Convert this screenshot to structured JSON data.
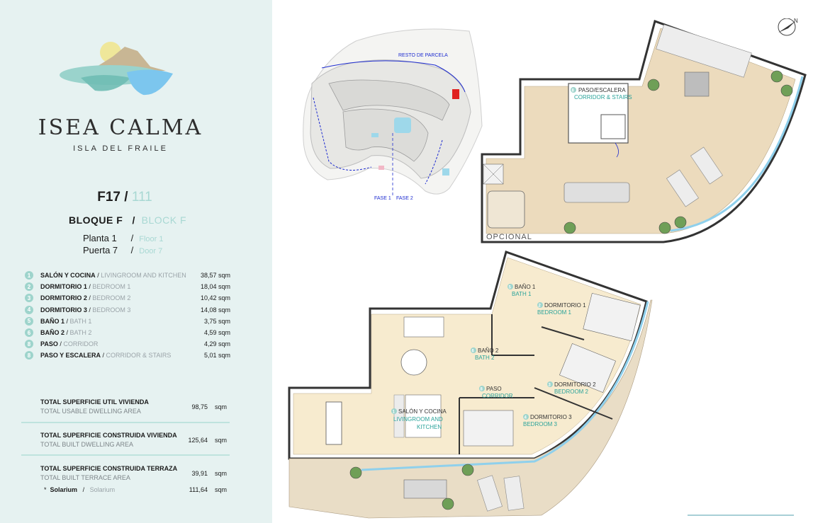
{
  "brand": {
    "name": "ISEA CALMA",
    "subtitle": "ISLA DEL FRAILE"
  },
  "unit": {
    "code": "F17",
    "sep": "/",
    "alt": "111"
  },
  "block": {
    "label_es": "BLOQUE F",
    "sep": "/",
    "label_en": "BLOCK F"
  },
  "floor": {
    "label_es": "Planta 1",
    "sep": "/",
    "label_en": "Floor  1"
  },
  "door": {
    "label_es": "Puerta 7",
    "sep": "/",
    "label_en": "Door  7"
  },
  "rooms": [
    {
      "num": "1",
      "es": "SALÓN Y COCINA",
      "en": "LIVINGROOM AND KITCHEN",
      "area": "38,57 sqm"
    },
    {
      "num": "2",
      "es": "DORMITORIO 1",
      "en": "BEDROOM 1",
      "area": "18,04 sqm"
    },
    {
      "num": "3",
      "es": "DORMITORIO 2",
      "en": "BEDROOM 2",
      "area": "10,42 sqm"
    },
    {
      "num": "4",
      "es": "DORMITORIO 3",
      "en": "BEDROOM 3",
      "area": "14,08 sqm"
    },
    {
      "num": "5",
      "es": "BAÑO 1",
      "en": "BATH 1",
      "area": "3,75 sqm"
    },
    {
      "num": "6",
      "es": "BAÑO 2",
      "en": "BATH 2",
      "area": "4,59 sqm"
    },
    {
      "num": "8",
      "es": "PASO",
      "en": "CORRIDOR",
      "area": "4,29 sqm"
    },
    {
      "num": "8",
      "es": "PASO Y ESCALERA",
      "en": "CORRIDOR & STAIRS",
      "area": "5,01 sqm"
    }
  ],
  "totals": [
    {
      "es": "TOTAL SUPERFICIE UTIL VIVIENDA",
      "en": "TOTAL USABLE DWELLING AREA",
      "value": "98,75",
      "unit": "sqm"
    },
    {
      "es": "TOTAL SUPERFICIE CONSTRUIDA VIVIENDA",
      "en": "TOTAL BUILT DWELLING AREA",
      "value": "125,64",
      "unit": "sqm"
    },
    {
      "es": "TOTAL SUPERFICIE CONSTRUIDA TERRAZA",
      "en": "TOTAL BUILT TERRACE AREA",
      "value": "39,91",
      "unit": "sqm"
    }
  ],
  "solarium": {
    "bullet": "*",
    "es": "Solarium",
    "sep": "/",
    "en": "Solarium",
    "value": "111,64",
    "unit": "sqm"
  },
  "site_plan": {
    "resto": "RESTO DE PARCELA",
    "fase1": "FASE 1",
    "fase2": "FASE 2"
  },
  "plan_top": {
    "stairs_num": "8",
    "stairs_es": "PASO/ESCALERA",
    "stairs_en": "CORRIDOR & STAIRS",
    "optional": "OPCIONAL"
  },
  "plan_rooms": {
    "bath1": {
      "num": "5",
      "es": "BAÑO 1",
      "en": "BATH 1"
    },
    "bed1": {
      "num": "2",
      "es": "DORMITORIO 1",
      "en": "BEDROOM 1"
    },
    "bath2": {
      "num": "6",
      "es": "BAÑO 2",
      "en": "BATH 2"
    },
    "bed2": {
      "num": "3",
      "es": "DORMITORIO 2",
      "en": "BEDROOM 2"
    },
    "corridor": {
      "num": "8",
      "es": "PASO",
      "en": "CORRIDOR"
    },
    "bed3": {
      "num": "4",
      "es": "DORMITORIO 3",
      "en": "BEDROOM 3"
    },
    "living": {
      "num": "1",
      "es": "SALÓN Y COCINA",
      "en1": "LIVINGROOM AND",
      "en2": "KITCHEN"
    }
  },
  "colors": {
    "panel": "#e6f2f1",
    "accent": "#9ed4cc",
    "accent_text": "#2aa39a",
    "floor_fill": "#f6e9c9",
    "terrace_fill": "#e9ddc6",
    "site_blue": "#1d2bd0",
    "unit_marker": "#e02020"
  },
  "icons": [
    "compass-icon",
    "logo-mark-icon",
    "room-number-badge"
  ]
}
